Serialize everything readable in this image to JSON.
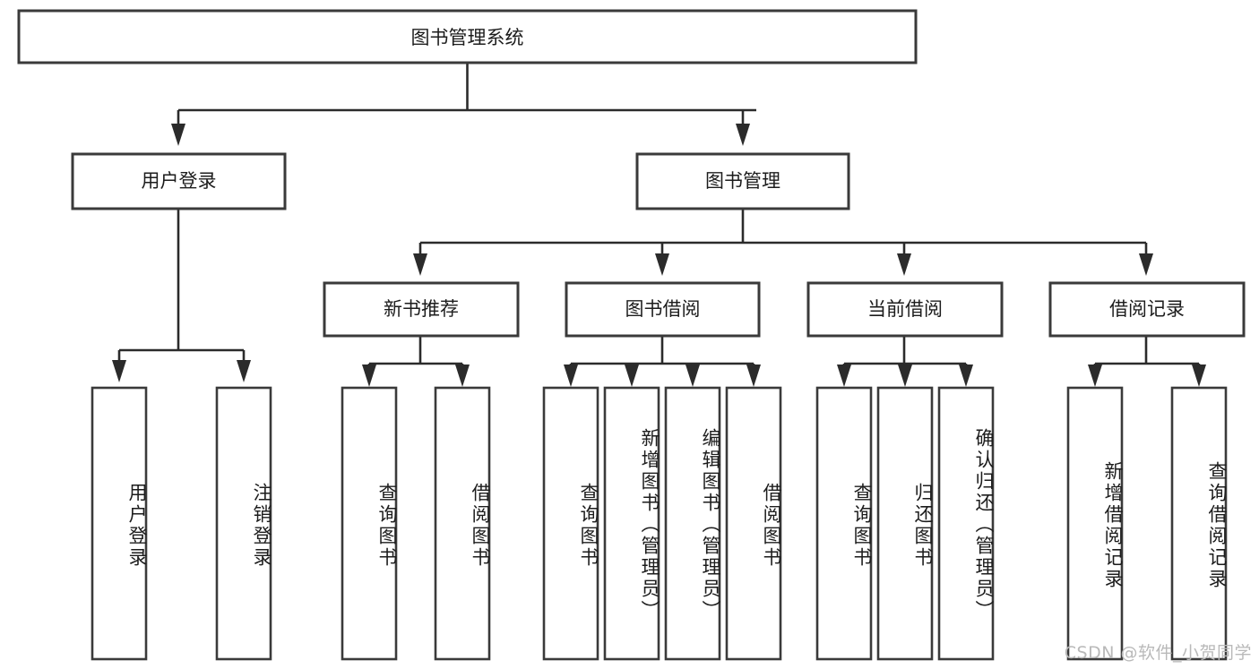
{
  "diagram": {
    "type": "tree-hierarchy-chart",
    "title": "图书管理系统",
    "background_color": "#ffffff",
    "box_stroke_color": "#3a3a3a",
    "line_color": "#2b2b2b",
    "text_color": "#1c1c1c",
    "root": {
      "label": "图书管理系统",
      "level": 1
    },
    "level2": [
      {
        "label": "用户登录"
      },
      {
        "label": "图书管理"
      }
    ],
    "level3": [
      {
        "label": "新书推荐",
        "parent": "图书管理"
      },
      {
        "label": "图书借阅",
        "parent": "图书管理"
      },
      {
        "label": "当前借阅",
        "parent": "图书管理"
      },
      {
        "label": "借阅记录",
        "parent": "图书管理"
      }
    ],
    "leaves": {
      "user_login": [
        {
          "label": "用户登录"
        },
        {
          "label": "注销登录"
        }
      ],
      "new_book": [
        {
          "label": "查询图书"
        },
        {
          "label": "借阅图书"
        }
      ],
      "book_borrow": [
        {
          "label": "查询图书"
        },
        {
          "label": "新增图书（管理员）"
        },
        {
          "label": "编辑图书（管理员）"
        },
        {
          "label": "借阅图书"
        }
      ],
      "current_borrow": [
        {
          "label": "查询图书"
        },
        {
          "label": "归还图书"
        },
        {
          "label": "确认归还（管理员）"
        }
      ],
      "borrow_record": [
        {
          "label": "新增借阅记录"
        },
        {
          "label": "查询借阅记录"
        }
      ]
    }
  },
  "watermark": {
    "text": "CSDN @软件_小贺同学",
    "color": "#b9b9b9"
  }
}
